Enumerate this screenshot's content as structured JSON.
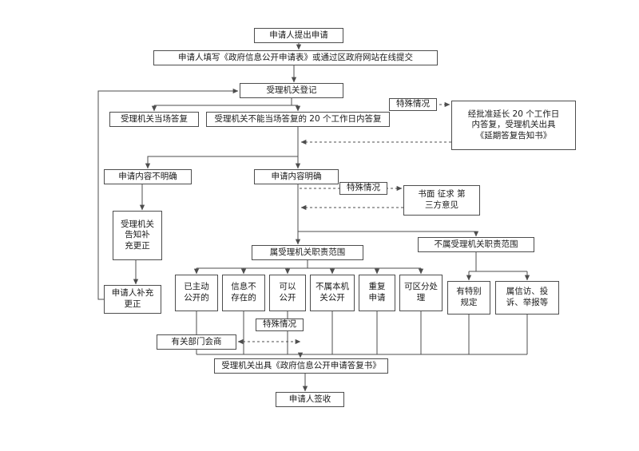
{
  "colors": {
    "background": "#ffffff",
    "line": "#4d4d4d",
    "box-border": "#4d4d4d",
    "text": "#1a1a1a"
  },
  "nodes": {
    "submit": {
      "label": "申请人提出申请"
    },
    "fill_form": {
      "label": "申请人填写《政府信息公开申请表》或通过区政府网站在线提交"
    },
    "register": {
      "label": "受理机关登记"
    },
    "special_case_1": {
      "label": "特殊情况"
    },
    "onsite_reply": {
      "label": "受理机关当场答复"
    },
    "deferred_reply": {
      "label": "受理机关不能当场答复的 20 个工作日内答复"
    },
    "extension": {
      "label": "经批准延长 20 个工作日\n内答复，受理机关出具\n《延期答复告知书》"
    },
    "content_unclear": {
      "label": "申请内容不明确"
    },
    "content_clear": {
      "label": "申请内容明确"
    },
    "special_case_2": {
      "label": "特殊情况"
    },
    "third_party": {
      "label": "书面 征求 第\n三方意见"
    },
    "notify_correction": {
      "label": "受理机关\n告知补\n充更正"
    },
    "in_scope": {
      "label": "属受理机关职责范围"
    },
    "out_of_scope": {
      "label": "不属受理机关职责范围"
    },
    "applicant_correction": {
      "label": "申请人补充\n更正"
    },
    "already_public": {
      "label": "已主动\n公开的"
    },
    "not_exist": {
      "label": "信息不\n存在的"
    },
    "can_disclose": {
      "label": "可以\n公开"
    },
    "not_this_agency": {
      "label": "不属本机\n关公开"
    },
    "duplicate_request": {
      "label": "重复\n申请"
    },
    "separable": {
      "label": "可区分处\n理"
    },
    "special_provision": {
      "label": "有特别\n规定"
    },
    "petition_complaint": {
      "label": "属信访、投\n诉、举报等"
    },
    "special_case_3": {
      "label": "特殊情况"
    },
    "dept_consultation": {
      "label": "有关部门会商"
    },
    "issue_reply": {
      "label": "受理机关出具《政府信息公开申请答复书》"
    },
    "sign_receipt": {
      "label": "申请人签收"
    }
  }
}
